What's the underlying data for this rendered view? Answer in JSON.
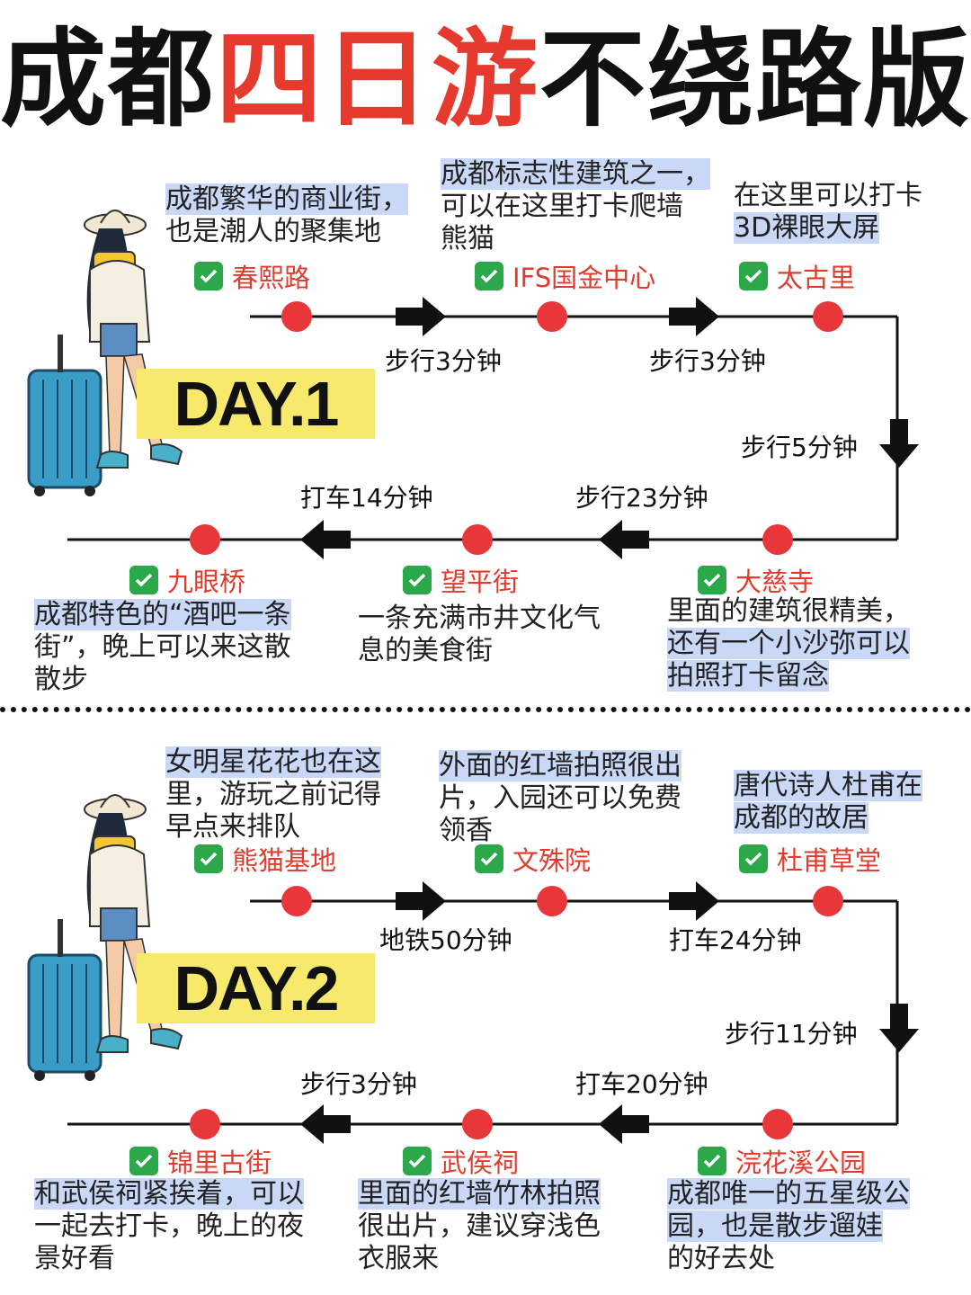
{
  "title": {
    "part1": "成都",
    "part2": "四日游",
    "part3": "不绕路版"
  },
  "days": [
    {
      "label": "DAY.1",
      "stops": [
        {
          "name": "春熙路",
          "desc": [
            "成都繁华的商业街，",
            "也是潮人的聚集地"
          ]
        },
        {
          "name": "IFS国金中心",
          "desc": [
            "成都标志性建筑之一，",
            "可以在这里打卡爬墙",
            "熊猫"
          ]
        },
        {
          "name": "太古里",
          "desc": [
            "在这里可以打卡",
            "3D裸眼大屏"
          ]
        },
        {
          "name": "大慈寺",
          "desc": [
            "里面的建筑很精美，",
            "还有一个小沙弥可以",
            "拍照打卡留念"
          ]
        },
        {
          "name": "望平街",
          "desc": [
            "一条充满市井文化气",
            "息的美食街"
          ]
        },
        {
          "name": "九眼桥",
          "desc": [
            "成都特色的“酒吧一条",
            "街”，晚上可以来这散",
            "散步"
          ]
        }
      ],
      "transports": [
        "步行3分钟",
        "步行3分钟",
        "步行5分钟",
        "步行23分钟",
        "打车14分钟"
      ]
    },
    {
      "label": "DAY.2",
      "stops": [
        {
          "name": "熊猫基地",
          "desc": [
            "女明星花花也在这",
            "里，游玩之前记得",
            "早点来排队"
          ]
        },
        {
          "name": "文殊院",
          "desc": [
            "外面的红墙拍照很出",
            "片，入园还可以免费",
            "领香"
          ]
        },
        {
          "name": "杜甫草堂",
          "desc": [
            "唐代诗人杜甫在",
            "成都的故居"
          ]
        },
        {
          "name": "浣花溪公园",
          "desc": [
            "成都唯一的五星级公",
            "园，也是散步遛娃",
            "的好去处"
          ]
        },
        {
          "name": "武侯祠",
          "desc": [
            "里面的红墙竹林拍照",
            "很出片，建议穿浅色",
            "衣服来"
          ]
        },
        {
          "name": "锦里古街",
          "desc": [
            "和武侯祠紧挨着，可以",
            "一起去打卡，晚上的夜",
            "景好看"
          ]
        }
      ],
      "transports": [
        "地铁50分钟",
        "打车24分钟",
        "步行11分钟",
        "打车20分钟",
        "步行3分钟"
      ]
    }
  ],
  "colors": {
    "accent_red": "#e63a2e",
    "dot_red": "#e8373a",
    "check_green": "#2aa84a",
    "highlight_blue": "#c9d8f7",
    "label_yellow": "#f6e96c"
  }
}
